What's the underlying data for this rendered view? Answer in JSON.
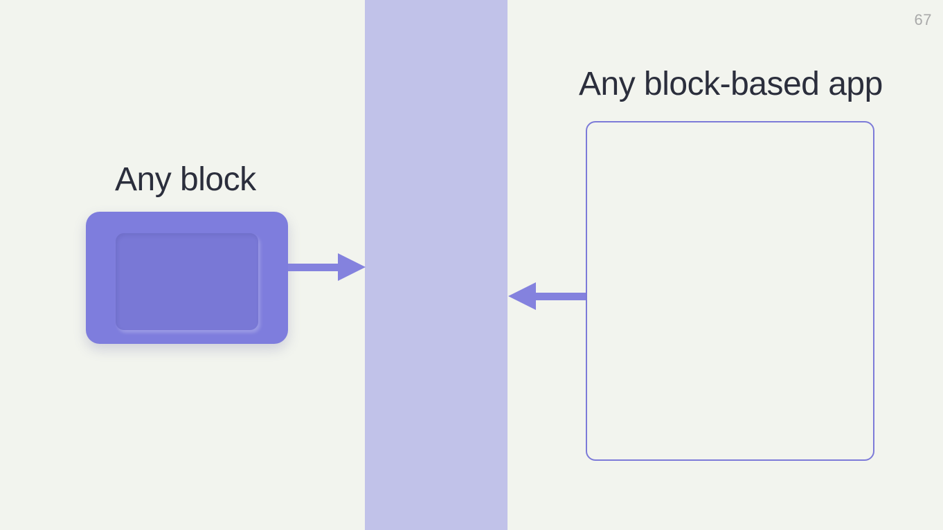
{
  "page": {
    "number": "67"
  },
  "diagram": {
    "left_block": {
      "label": "Any block"
    },
    "right_app": {
      "label": "Any block-based app"
    },
    "colors": {
      "background": "#f2f4ee",
      "band": "#c1c2e9",
      "block_fill": "#7e7ddd",
      "block_inner_fill": "#7977d7",
      "arrow": "#8482de",
      "app_box_border": "#7c7ad8",
      "label_text": "#2b2e3c",
      "page_number": "#a9a9a9"
    }
  }
}
